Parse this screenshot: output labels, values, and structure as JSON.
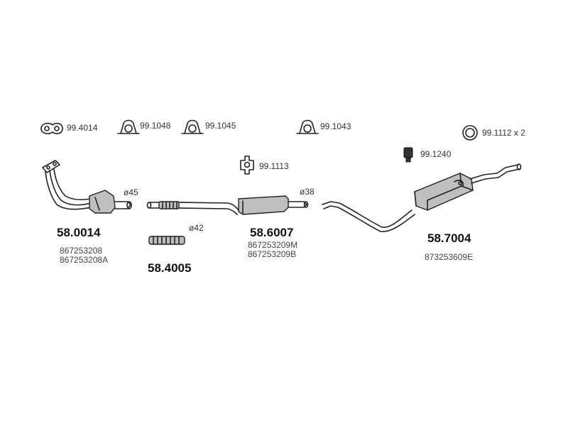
{
  "accessories": {
    "gasket_99_4014": "99.4014",
    "clamp_99_1048": "99.1048",
    "clamp_99_1045": "99.1045",
    "clamp_99_1043": "99.1043",
    "ring_99_1112": "99.1112  x 2",
    "mount_99_1113": "99.1113",
    "rubber_99_1240": "99.1240"
  },
  "parts": {
    "front": {
      "number": "58.0014",
      "oem": [
        "867253208",
        "867253208A"
      ],
      "diameter": "ø45"
    },
    "flexpipe": {
      "number": "58.4005",
      "diameter": "ø42"
    },
    "middle": {
      "number": "58.6007",
      "oem": [
        "867253209M",
        "867253209B"
      ],
      "diameter": "ø38"
    },
    "rear": {
      "number": "58.7004",
      "oem": [
        "873253609E"
      ]
    }
  }
}
